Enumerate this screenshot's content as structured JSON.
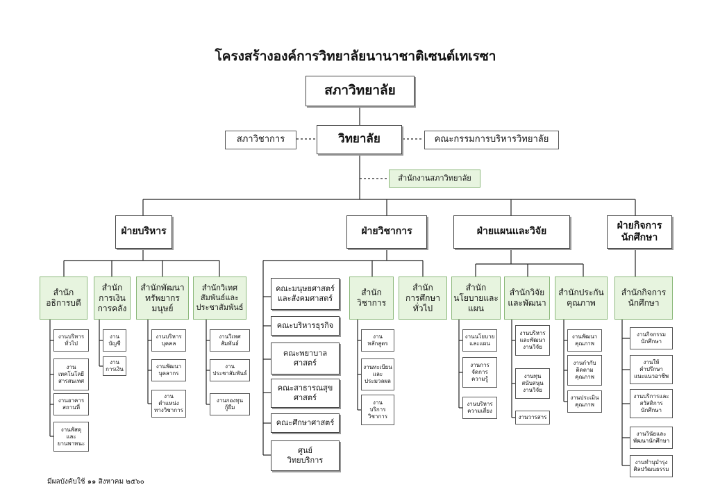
{
  "title": "โครงสร้างองค์การวิทยาลัยนานาชาติเซนต์เทเรซา",
  "footer": "มีผลบังคับใช้ ๑๑ สิงหาคม ๒๕๖๐",
  "top": {
    "council": "สภาวิทยาลัย",
    "academic_council": "สภาวิชาการ",
    "college": "วิทยาลัย",
    "exec_committee": "คณะกรรมการบริหารวิทยาลัย",
    "council_office": "สำนักงานสภาวิทยาลัย"
  },
  "divisions": {
    "admin": "ฝ่ายบริหาร",
    "academic": "ฝ่ายวิชาการ",
    "planning": "ฝ่ายแผนและวิจัย",
    "student": "ฝ่ายกิจการ\nนักศึกษา"
  },
  "offices": {
    "registrar": "สำนัก\nอธิการบดี",
    "finance": "สำนัก\nการเงิน\nการคลัง",
    "hr": "สำนักพัฒนา\nทรัพยากร\nมนุษย์",
    "foreign": "สำนักวิเทศ\nสัมพันธ์และ\nประชาสัมพันธ์",
    "academic_office": "สำนัก\nวิชาการ",
    "general_ed": "สำนัก\nการศึกษา\nทั่วไป",
    "policy": "สำนัก\nนโยบายและ\nแผน",
    "research": "สำนักวิจัย\nและพัฒนา",
    "qa": "สำนักประกัน\nคุณภาพ",
    "student_affairs": "สำนักกิจการ\nนักศึกษา"
  },
  "faculties": [
    "คณะมนุษยศาสตร์\nและสังคมศาสตร์",
    "คณะบริหารธุรกิจ",
    "คณะพยาบาล\nศาสตร์",
    "คณะสาธารณสุข\nศาสตร์",
    "คณะศึกษาศาสตร์",
    "ศูนย์\nวิทยบริการ"
  ],
  "units": {
    "registrar": [
      "งานบริหาร\nทั่วไป",
      "งาน\nเทคโนโลยี\nสารสนเทศ",
      "งานอาคาร\nสถานที่",
      "งานพัสดุ\nและ\nยานพาหนะ"
    ],
    "finance": [
      "งาน\nบัญชี",
      "งาน\nการเงิน"
    ],
    "hr": [
      "งานบริหาร\nบุคคล",
      "งานพัฒนา\nบุคลากร",
      "งาน\nตำแหน่ง\nทางวิชาการ"
    ],
    "foreign": [
      "งานวิเทศ\nสัมพันธ์",
      "งาน\nประชาสัมพันธ์",
      "งานกองทุน\nกู้ยืม"
    ],
    "academic_office": [
      "งาน\nหลักสูตร",
      "งานทะเบียน\nและ\nประมวลผล",
      "งาน\nบริการ\nวิชาการ"
    ],
    "policy": [
      "งานนโยบาย\nและแผน",
      "งานการ\nจัดการ\nความรู้",
      "งานบริหาร\nความเสี่ยง"
    ],
    "research": [
      "งานบริหาร\nและพัฒนา\nงานวิจัย",
      "งานทุน\nสนับสนุน\nงานวิจัย",
      "งานวารสาร"
    ],
    "qa": [
      "งานพัฒนา\nคุณภาพ",
      "งานกำกับ\nติดตาม\nคุณภาพ",
      "งานประเมิน\nคุณภาพ"
    ],
    "student_affairs": [
      "งานกิจกรรม\nนักศึกษา",
      "งานให้\nคำปรึกษา\nแนะแนวอาชีพ",
      "งานบริการและ\nสวัสดิการ\nนักศึกษา",
      "งานวินัยและ\nพัฒนานักศึกษา",
      "งานทำนุบำรุง\nศิลปวัฒนธรรม"
    ]
  }
}
